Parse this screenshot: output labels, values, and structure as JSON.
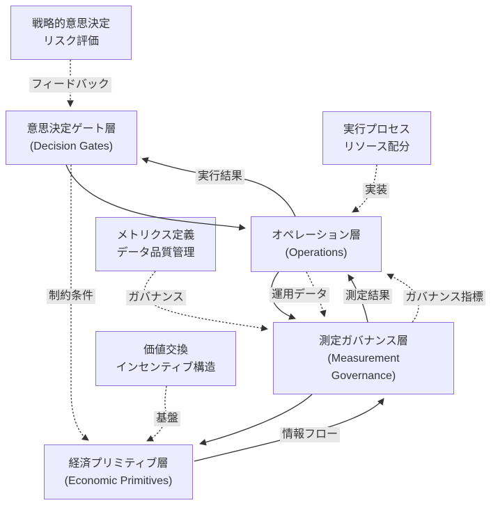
{
  "diagram": {
    "type": "flowchart",
    "colors": {
      "background": "#ffffff",
      "node_fill": "#ECECFF",
      "node_border": "#9370DB",
      "edge": "#333333",
      "edge_label_bg": "#e8e8e8",
      "text": "#333333"
    },
    "nodes": {
      "strategic": {
        "label": "戦略的意思決定\nリスク評価"
      },
      "decision_gates": {
        "label": "意思決定ゲート層\n(Decision Gates)"
      },
      "exec_process": {
        "label": "実行プロセス\nリソース配分"
      },
      "metrics": {
        "label": "メトリクス定義\nデータ品質管理"
      },
      "operations": {
        "label": "オペレーション層\n(Operations)"
      },
      "value_exchange": {
        "label": "価値交換\nインセンティブ構造"
      },
      "measurement_gov": {
        "label": "測定ガバナンス層\n(Measurement\nGovernance)"
      },
      "economic_primitives": {
        "label": "経済プリミティブ層\n(Economic Primitives)"
      }
    },
    "edge_labels": {
      "feedback": "フィードバック",
      "execution_result": "実行結果",
      "implementation": "実装",
      "constraint": "制約条件",
      "governance": "ガバナンス",
      "operational_data": "運用データ",
      "measurement_result": "測定結果",
      "governance_metrics": "ガバナンス指標",
      "foundation": "基盤",
      "information_flow": "情報フロー"
    }
  }
}
